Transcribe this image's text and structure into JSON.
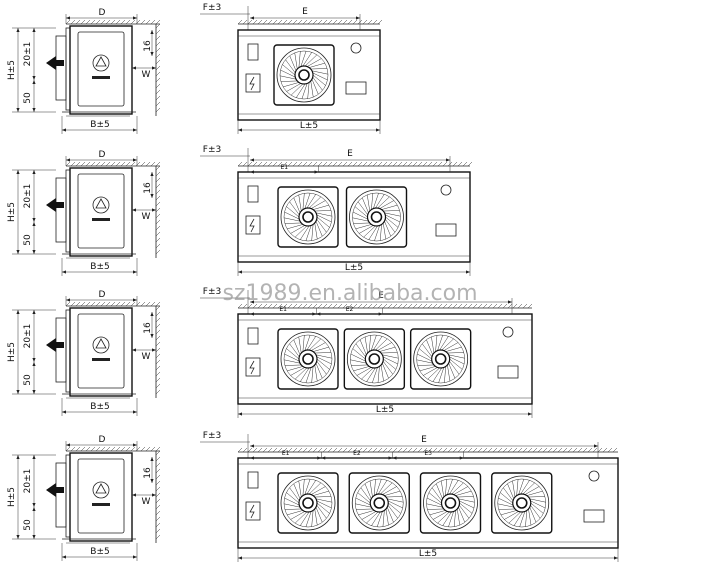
{
  "labels": {
    "D": "D",
    "H": "H±5",
    "h20": "20±1",
    "h50": "50",
    "B": "B±5",
    "W": "W",
    "s16": "16",
    "F": "F±3",
    "E": "E",
    "E1": "E1",
    "E2": "E2",
    "E3": "E3",
    "L": "L±5"
  },
  "watermark": "sz1989.en.alibaba.com",
  "rows": [
    {
      "fans": 1
    },
    {
      "fans": 2
    },
    {
      "fans": 3
    },
    {
      "fans": 4
    }
  ]
}
